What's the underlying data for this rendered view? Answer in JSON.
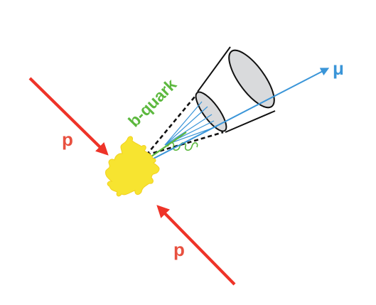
{
  "labels": {
    "proton_top": "p",
    "proton_bottom": "p",
    "quark": "b-quark",
    "muon": "μ"
  },
  "colors": {
    "proton": "#ee3328",
    "proton_label": "#e8503f",
    "quark": "#5cb83e",
    "muon": "#3a95d8",
    "collision": "#f7e430",
    "cone_outline": "#111111",
    "cone_cap": "#d9dadc"
  },
  "elements": {
    "collision_icon": "starburst",
    "jet": "double-cone",
    "gluon": "curly-line"
  }
}
